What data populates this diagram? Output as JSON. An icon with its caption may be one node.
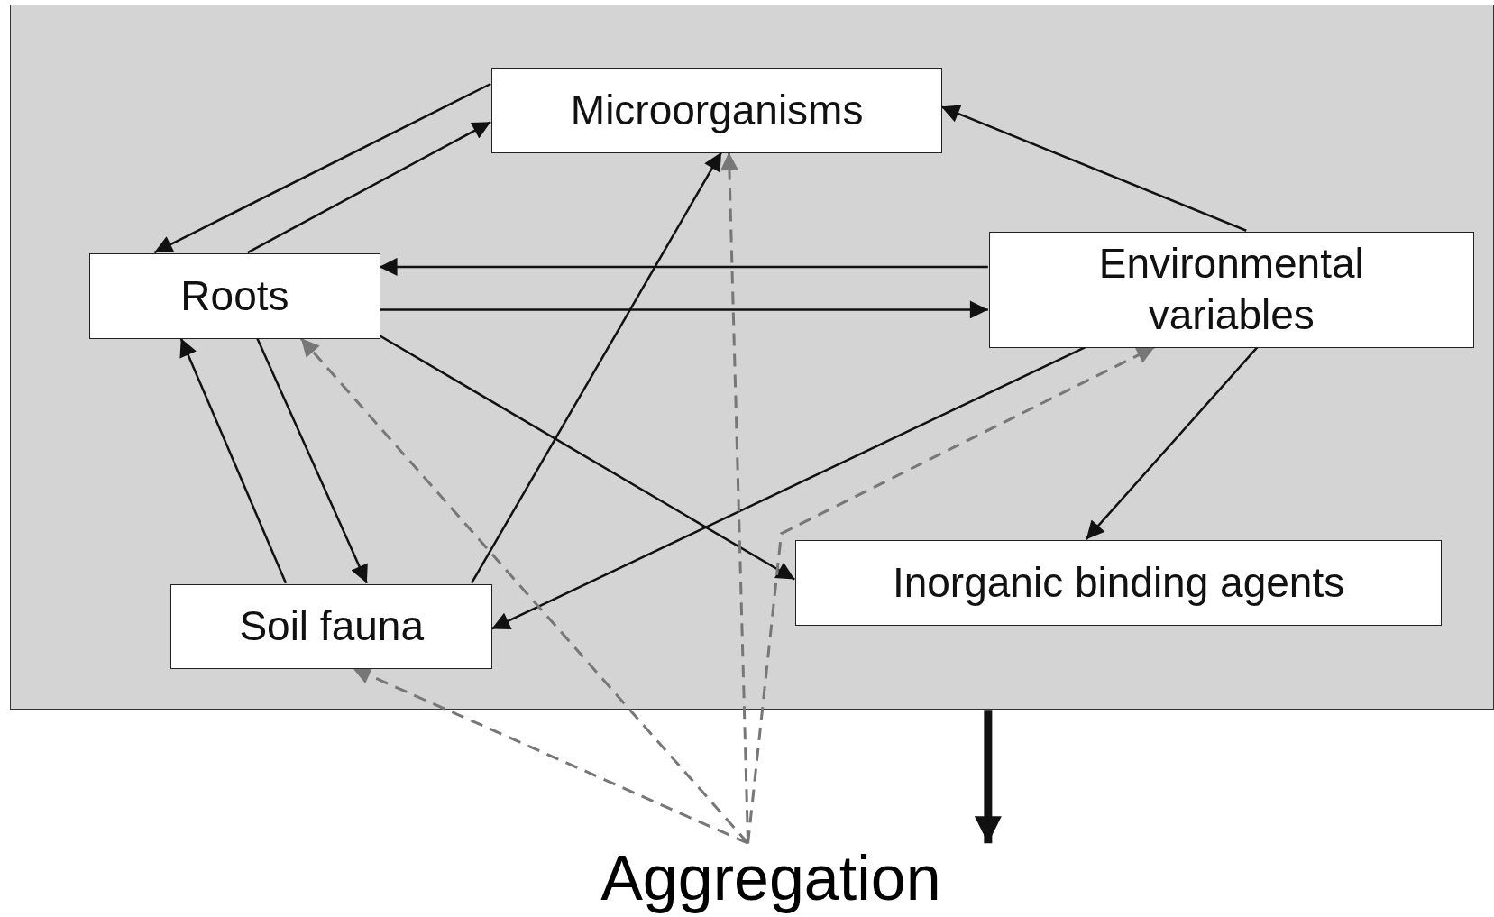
{
  "diagram": {
    "nodes": [
      {
        "text": [],
        "shape": "box"
      },
      {
        "text": [
          "Microorganisms"
        ],
        "in": 0
      },
      {
        "text": [
          "Roots"
        ],
        "in": 0
      },
      {
        "text": [
          "Environmental variables"
        ],
        "in": 0
      },
      {
        "text": [
          "Soil fauna"
        ],
        "in": 0
      },
      {
        "text": [
          "Inorganic binding agents"
        ],
        "in": 0
      },
      {
        "text": [
          "Aggregation"
        ]
      }
    ],
    "edges": [
      {
        "from": 2,
        "to": 1,
        "arrow": "to"
      },
      {
        "from": 1,
        "to": 2,
        "arrow": "to"
      },
      {
        "from": 3,
        "to": 1,
        "arrow": "to"
      },
      {
        "from": 3,
        "to": 2,
        "arrow": "to"
      },
      {
        "from": 2,
        "to": 3,
        "arrow": "to"
      },
      {
        "from": 2,
        "to": 4,
        "arrow": "to"
      },
      {
        "from": 4,
        "to": 2,
        "arrow": "to"
      },
      {
        "from": 4,
        "to": 1,
        "arrow": "to"
      },
      {
        "from": 2,
        "to": 5,
        "arrow": "to"
      },
      {
        "from": 3,
        "to": 4,
        "arrow": "to"
      },
      {
        "from": 3,
        "to": 5,
        "arrow": "to"
      },
      {
        "from": 0,
        "to": 6,
        "arrow": "to",
        "style": "thick"
      },
      {
        "from": 6,
        "to": 4,
        "arrow": "to",
        "style": "dashed",
        "color": "#777777"
      },
      {
        "from": 6,
        "to": 2,
        "arrow": "to",
        "style": "dashed",
        "color": "#777777"
      },
      {
        "from": 6,
        "to": 1,
        "arrow": "to",
        "style": "dashed",
        "color": "#777777"
      },
      {
        "from": 6,
        "to": 3,
        "arrow": "to",
        "style": "dashed",
        "color": "#777777"
      }
    ]
  }
}
